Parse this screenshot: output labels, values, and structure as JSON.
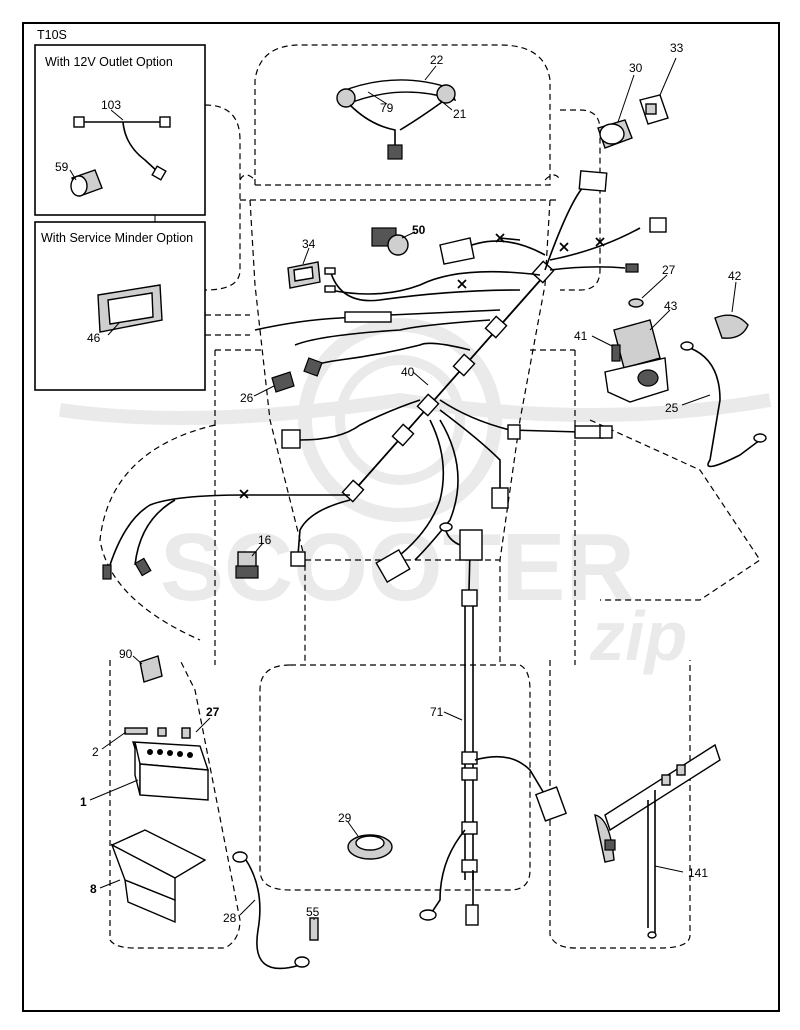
{
  "diagram_code": "T10S",
  "option_boxes": [
    {
      "title": "With 12V Outlet Option"
    },
    {
      "title": "With Service Minder Option"
    }
  ],
  "watermark": {
    "text": "SCOOTER",
    "suffix": "zip"
  },
  "part_labels": {
    "p22": "22",
    "p79": "79",
    "p21": "21",
    "p33": "33",
    "p30": "30",
    "p103": "103",
    "p59": "59",
    "p50": "50",
    "p34": "34",
    "p27a": "27",
    "p42": "42",
    "p43": "43",
    "p41": "41",
    "p46": "46",
    "p40": "40",
    "p26": "26",
    "p25": "25",
    "p16": "16",
    "p90": "90",
    "p27b": "27",
    "p2": "2",
    "p1": "1",
    "p71": "71",
    "p29": "29",
    "p141": "141",
    "p8": "8",
    "p28": "28",
    "p55": "55"
  }
}
